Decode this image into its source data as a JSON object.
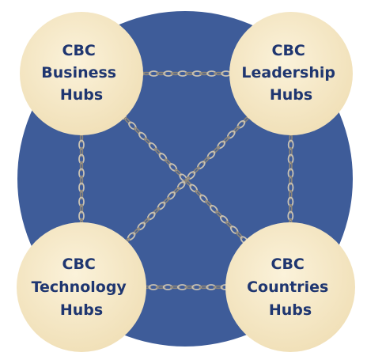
{
  "hubs": {
    "business": {
      "lines": [
        "CBC",
        "Business",
        "Hubs"
      ]
    },
    "leadership": {
      "lines": [
        "CBC",
        "Leadership",
        "Hubs"
      ]
    },
    "technology": {
      "lines": [
        "CBC",
        "Technology",
        "Hubs"
      ]
    },
    "countries": {
      "lines": [
        "CBC",
        "Countries",
        "Hubs"
      ]
    }
  },
  "colors": {
    "background_circle": "#3e5c99",
    "hub_fill": "#f6e8c6",
    "hub_text": "#1f3670",
    "chain": "#c9c2b3",
    "chain_shadow": "#8c8578"
  },
  "connections": [
    [
      "business",
      "leadership"
    ],
    [
      "technology",
      "countries"
    ],
    [
      "business",
      "technology"
    ],
    [
      "leadership",
      "countries"
    ],
    [
      "business",
      "countries"
    ],
    [
      "leadership",
      "technology"
    ]
  ]
}
